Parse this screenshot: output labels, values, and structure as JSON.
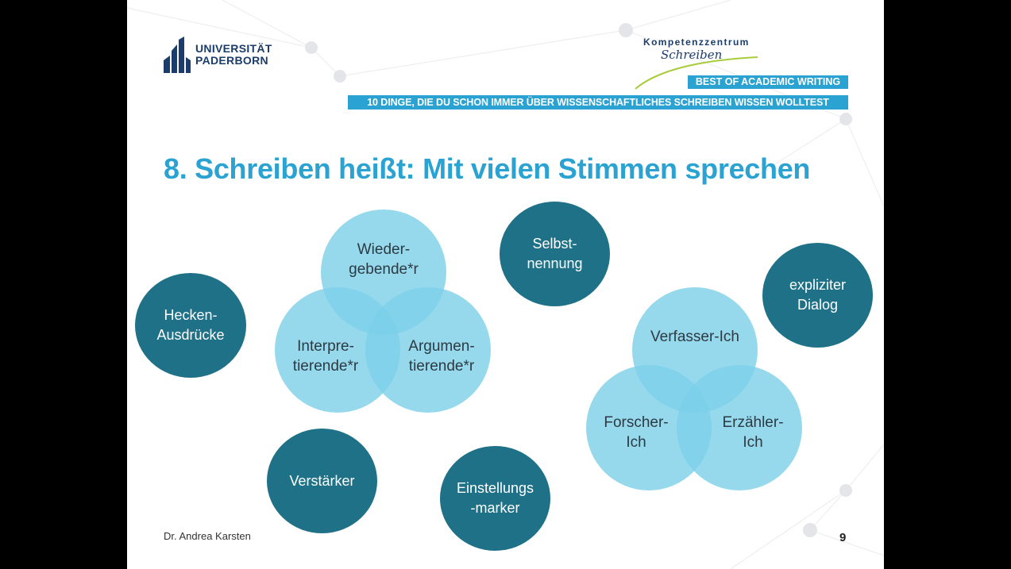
{
  "header": {
    "university_logo": "Universität Paderborn logo",
    "university_line1": "UNIVERSITÄT",
    "university_line2": "PADERBORN",
    "center_line1": "Kompetenzzentrum",
    "center_line2": "Schreiben",
    "band_top": "BEST OF ACADEMIC  WRITING",
    "band_bottom": "10 DINGE, DIE DU SCHON IMMER ÜBER WISSENSCHAFTLICHES SCHREIBEN WISSEN WOLLTEST"
  },
  "title": "8. Schreiben heißt: Mit vielen Stimmen sprechen",
  "dark_circles": {
    "hecken": "Hecken-\nAusdrücke",
    "selbstnennung": "Selbst-\nnennung",
    "dialog": "expliziter\nDialog",
    "verstaerker": "Verstärker",
    "einstellung": "Einstellungs\n-marker"
  },
  "venn_left": {
    "top": "Wieder-\ngebende*r",
    "left": "Interpre-\ntierende*r",
    "right": "Argumen-\ntierende*r"
  },
  "venn_right": {
    "top": "Verfasser-Ich",
    "left": "Forscher-\nIch",
    "right": "Erzähler-\nIch"
  },
  "footer": {
    "author": "Dr. Andrea Karsten",
    "page": "9"
  },
  "colors": {
    "accent": "#2aa2d2",
    "dark_circle": "#1f7187",
    "light_circle": "#7cd0e9",
    "navy": "#1c3c6b"
  }
}
